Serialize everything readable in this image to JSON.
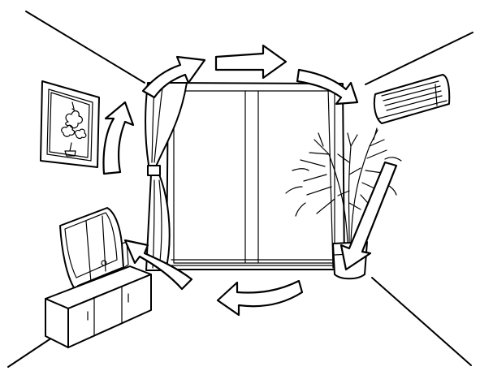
{
  "illustration": {
    "kind": "line-drawing",
    "background": "#ffffff",
    "ink": "#000000",
    "objects": [
      "room-corner-lines",
      "framed-flower-picture",
      "window",
      "curtain",
      "air-conditioner",
      "potted-plant",
      "tv-set",
      "tv-cabinet",
      "circulation-arrows"
    ],
    "arrow_count": 7,
    "arrow_direction": "clockwise"
  }
}
